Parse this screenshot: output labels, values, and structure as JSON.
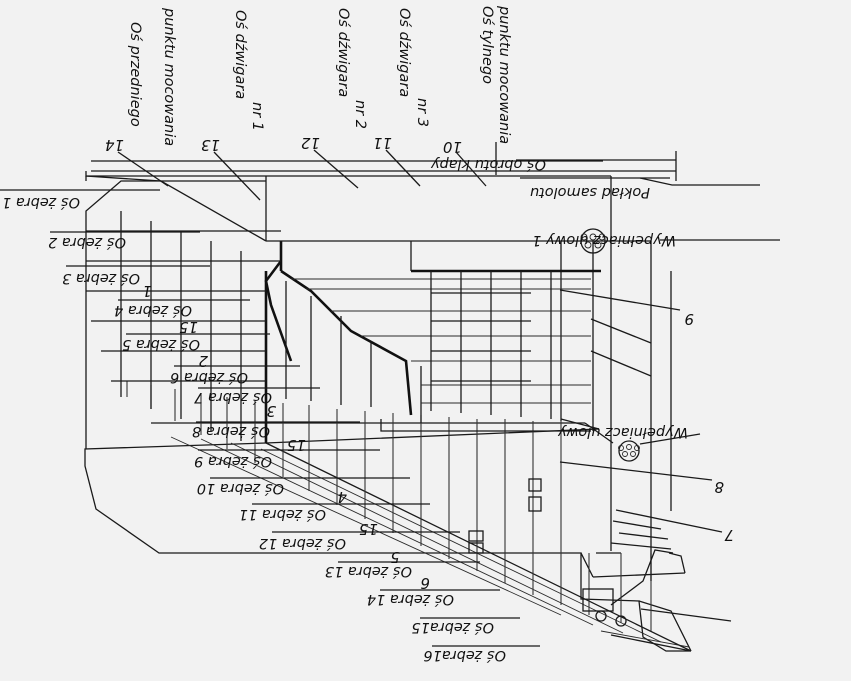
{
  "ribs": [
    "Oś żebra 1",
    "Oś żebra 2",
    "Oś żebra 3",
    "Oś żebra 4",
    "Oś żebra 5",
    "Oś żebra 6",
    "Oś żebra 7",
    "Oś żebra 8",
    "Oś żebra 9",
    "Oś żebra 10",
    "Oś żebra 11",
    "Oś żebra 12",
    "Oś żebra 13",
    "Oś żebra 14",
    "Oś żebra15",
    "Oś żebra16"
  ],
  "top_labels": {
    "front_axis_1": "Oś przedniego",
    "front_axis_2": "punktu mocowania",
    "spar1_1": "Oś dźwigara",
    "spar1_2": "nr 1",
    "spar2_1": "Oś dźwigara",
    "spar2_2": "nr 2",
    "spar3_1": "Oś dźwigara",
    "spar3_2": "nr 3",
    "rear_axis_1": "Oś tylnego",
    "rear_axis_2": "punktu mocowania",
    "flap_axis": "Oś obrotu klapy",
    "fuselage_plane": "Pokład samolotu",
    "filler1": "Wypełniacz ulowy 1",
    "filler2": "Wypełniacz ulowy"
  },
  "numbers": {
    "n14": "14",
    "n13": "13",
    "n12": "12",
    "n11": "11",
    "n10": "10",
    "n9": "9",
    "n8": "8",
    "n7": "7",
    "n1": "1",
    "n15a": "15",
    "n2": "2",
    "n3": "3",
    "n15b": "15",
    "n4": "4",
    "n15c": "15",
    "n5": "5",
    "n6": "6"
  }
}
